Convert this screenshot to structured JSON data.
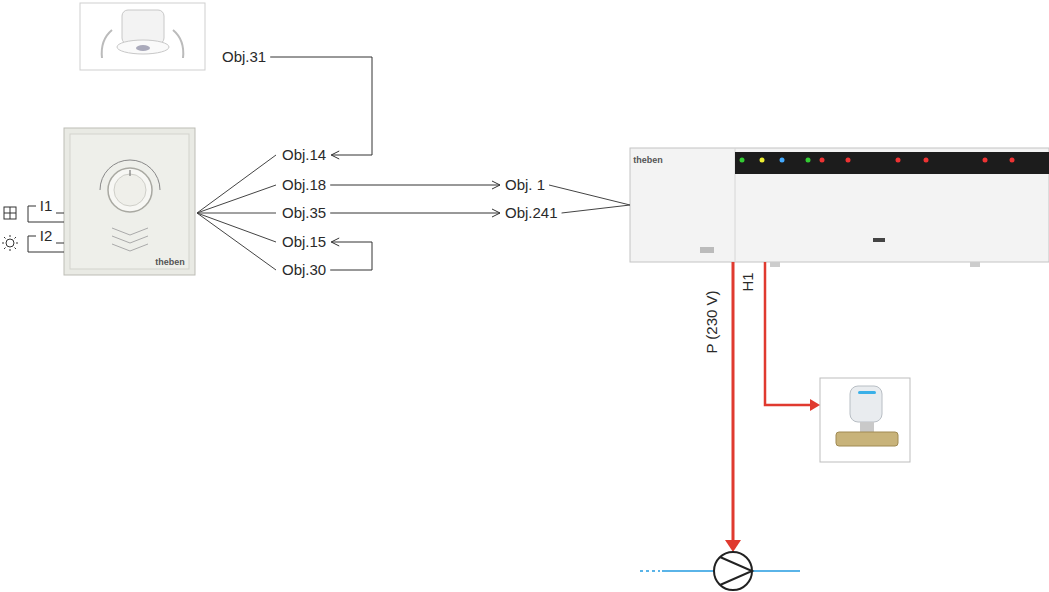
{
  "diagram": {
    "nodes": [
      {
        "text": [
          "Obj.31"
        ]
      },
      {
        "text": [
          "Obj.14"
        ]
      },
      {
        "text": [
          "Obj.18"
        ]
      },
      {
        "text": [
          "Obj.35"
        ]
      },
      {
        "text": [
          "Obj.15"
        ]
      },
      {
        "text": [
          "Obj.30"
        ]
      },
      {
        "text": [
          "Obj. 1"
        ]
      },
      {
        "text": [
          "Obj.241"
        ]
      }
    ],
    "edges": [
      {
        "from": 0,
        "to": 1,
        "arrow": "to"
      },
      {
        "from": 2,
        "to": 6,
        "arrow": "to"
      },
      {
        "from": 3,
        "to": 7,
        "arrow": "to"
      },
      {
        "from": 5,
        "to": 4,
        "arrow": "to"
      }
    ],
    "labels": [
      "I1",
      "I2",
      "P (230 V)",
      "H1",
      "theben",
      "theben"
    ]
  }
}
